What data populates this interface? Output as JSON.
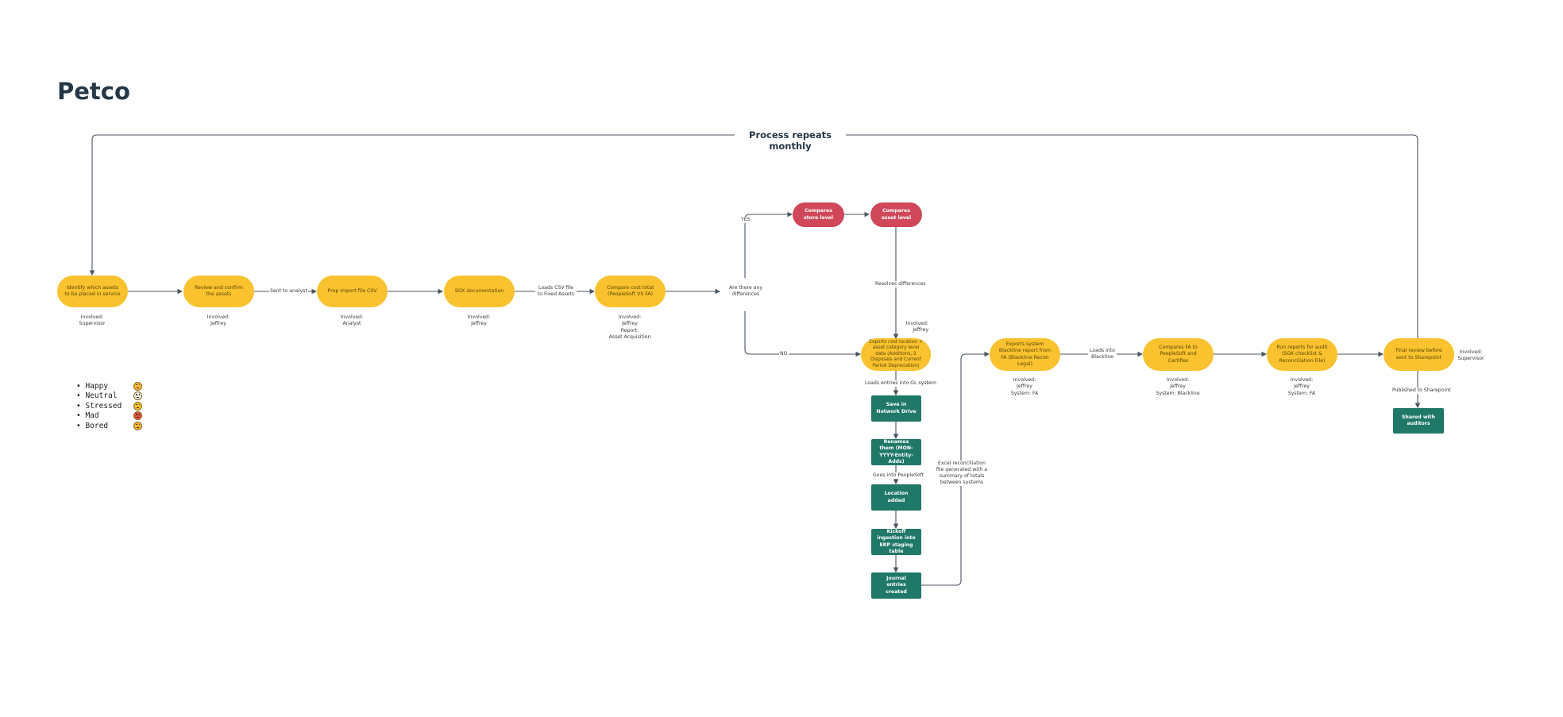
{
  "title": "Petco",
  "loop_label": "Process repeats monthly",
  "nodes": {
    "identify": "Identify which assets to be placed in service",
    "review": "Review and confirm the assets",
    "prep": "Prep import file CSV",
    "sox": "SOX documentation",
    "compare_cost": "Compare cost total (PeopleSoft VS FA)",
    "decision": "Are there any differences",
    "compare_store": "Compares store level",
    "compare_asset": "Compares asset level",
    "exports_cost": "Exports cost location + asset category level data (Additions, 2 Disposals and Current Period Depreciation)",
    "save_drive": "Save in Network Drive",
    "renames": "Renames them (MON-YYYY-Entity-Adds)",
    "location": "Location added",
    "kickoff": "Kickoff ingestion into ERP staging table",
    "journal": "Journal entries created",
    "exports_blackline": "Exports system Blackline report from FA (Blackline Recon Legal)",
    "compare_fa": "Compares FA to PeopleSoft and Certifies",
    "run_reports": "Run reports for audit (SOX checklist & Reconciliation File)",
    "final_review": "Final review before sent to Sharepoint",
    "shared": "Shared with auditors"
  },
  "edge_labels": {
    "sent_to_analyst": "Sent to analyst",
    "loads_csv": "Loads CSV file to Fixed Assets",
    "yes": "YES",
    "no": "NO",
    "resolves": "Resolves differences",
    "loads_entries": "Loads entries into GL system",
    "goes_into": "Goes into PeopleSoft",
    "excel_recon": "Excel reconciliation file generated with a summary of totals between systems",
    "loads_blackline": "Loads into Blackline",
    "published": "Published to Sharepoint"
  },
  "notes": {
    "identify": [
      "Involved:",
      "Supervisor"
    ],
    "review": [
      "Involved:",
      "Jeffrey"
    ],
    "prep": [
      "Involved:",
      "Analyst"
    ],
    "sox": [
      "Involved:",
      "Jeffrey"
    ],
    "compare_cost": [
      "Involved:",
      "Jeffrey",
      "Report:",
      "Asset Acquisition"
    ],
    "exports_cost": [
      "Involved:",
      "Jeffrey"
    ],
    "exports_blackline": [
      "Involved:",
      "Jeffrey",
      "System: FA"
    ],
    "compare_fa": [
      "Involved:",
      "Jeffrey",
      "System: Blackline"
    ],
    "run_reports": [
      "Involved:",
      "Jeffrey",
      "System: FA"
    ],
    "final_review": [
      "Involved:",
      "Supervisor"
    ]
  },
  "legend": [
    {
      "label": "• Happy",
      "icon": "happy-face-icon",
      "color": "#f5b82e"
    },
    {
      "label": "• Neutral",
      "icon": "neutral-face-icon",
      "color": "#e9e9e9"
    },
    {
      "label": "• Stressed",
      "icon": "stressed-face-icon",
      "color": "#f0c02c"
    },
    {
      "label": "• Mad",
      "icon": "mad-face-icon",
      "color": "#e0503b"
    },
    {
      "label": "• Bored",
      "icon": "bored-face-icon",
      "color": "#f2b03a"
    }
  ],
  "colors": {
    "pill_yellow": "#f9c22e",
    "pill_red": "#d0475a",
    "box_green": "#1f7868",
    "line": "#4a5560"
  }
}
